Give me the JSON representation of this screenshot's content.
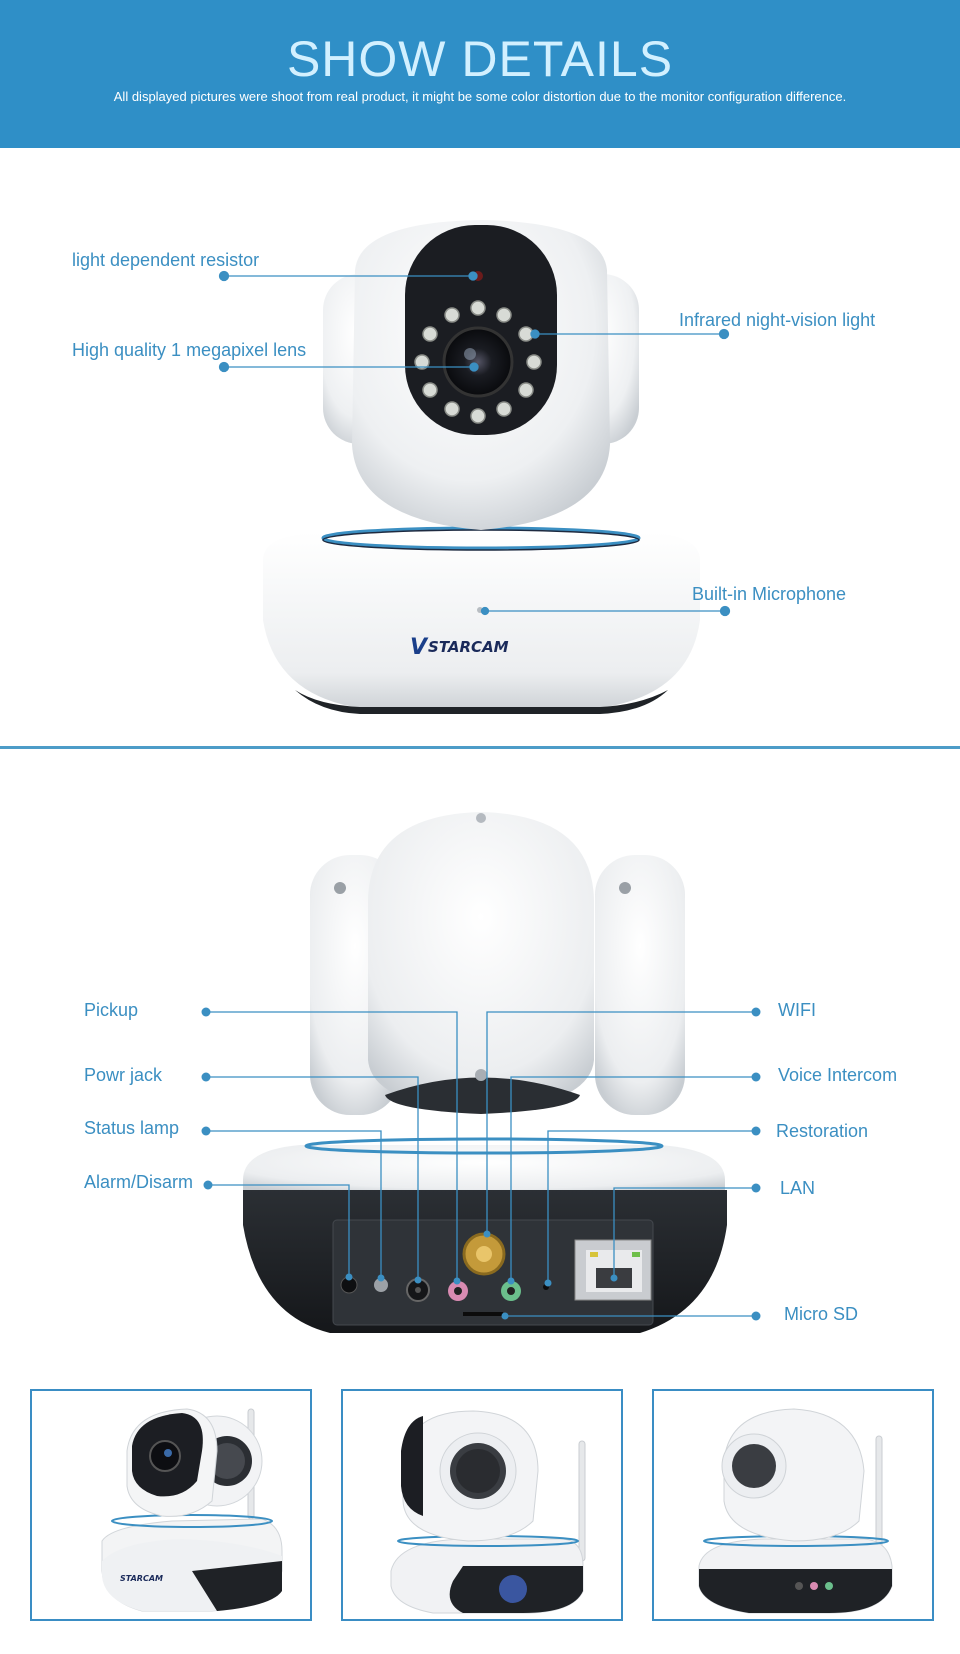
{
  "header": {
    "title": "SHOW DETAILS",
    "subtitle": "All displayed pictures were shoot from real product, it might be some color distortion due to the monitor configuration difference."
  },
  "front_callouts": {
    "ldr": "light dependent resistor",
    "lens": "High quality 1 megapixel lens",
    "ir": "Infrared night-vision light",
    "mic": "Built-in Microphone"
  },
  "back_callouts": {
    "pickup": "Pickup",
    "power": "Powr jack",
    "status": "Status lamp",
    "alarm": "Alarm/Disarm",
    "wifi": "WIFI",
    "voice": "Voice Intercom",
    "restore": "Restoration",
    "lan": "LAN",
    "sd": "Micro SD"
  },
  "brand": {
    "logo_text": "STARCAM",
    "logo_v": "V"
  },
  "colors": {
    "accent": "#2f8fc7",
    "label": "#3b8fc2",
    "line": "#3b8fc2",
    "body": "#eef0f2",
    "dark": "#1e2124"
  }
}
